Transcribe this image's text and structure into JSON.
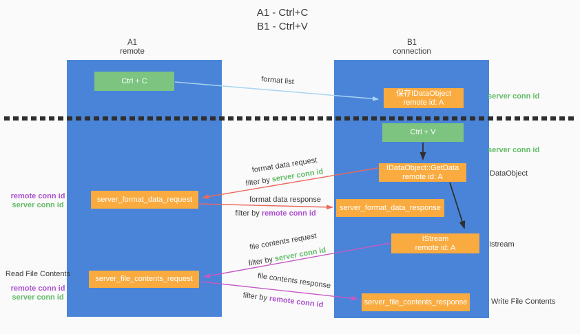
{
  "title": {
    "line1": "A1 - Ctrl+C",
    "line2": "B1 - Ctrl+V"
  },
  "columns": {
    "a1": {
      "id": "A1",
      "role": "remote"
    },
    "b1": {
      "id": "B1",
      "role": "connection"
    }
  },
  "nodes": {
    "ctrl_c": {
      "label": "Ctrl + C"
    },
    "save_idataobject": {
      "line1": "保存IDataObject",
      "line2": "remote id: A"
    },
    "ctrl_v": {
      "label": "Ctrl + V"
    },
    "getdata": {
      "line1": "IDataObject::GetData",
      "line2": "remote id: A"
    },
    "server_format_data_request": {
      "label": "server_format_data_request"
    },
    "server_format_data_response": {
      "label": "server_format_data_response"
    },
    "istream": {
      "line1": "IStream",
      "line2": "remote id: A"
    },
    "server_file_contents_request": {
      "label": "server_file_contents_request"
    },
    "server_file_contents_response": {
      "label": "server_file_contents_response"
    }
  },
  "flows": {
    "format_list": {
      "label": "format list"
    },
    "format_data_request": {
      "label": "format data request",
      "filter_prefix": "filter by ",
      "filter_key": "server conn id"
    },
    "format_data_response": {
      "label": "format data response",
      "filter_prefix": "filter by ",
      "filter_key": "remote conn id"
    },
    "file_contents_request": {
      "label": "file contents request",
      "filter_prefix": "filter by ",
      "filter_key": "server conn id"
    },
    "file_contents_response": {
      "label": "file contents response",
      "filter_prefix": "filter by ",
      "filter_key": "remote conn id"
    }
  },
  "annotations": {
    "right_server_conn_id_1": "server conn id",
    "right_server_conn_id_2": "server conn id",
    "right_dataobject": "DataObject",
    "right_istream": "Istream",
    "right_write_file_contents": "Write File Contents",
    "left_remote_conn_id_1": "remote conn id",
    "left_server_conn_id_1": "server conn id",
    "left_read_file_contents": "Read File Contents",
    "left_remote_conn_id_2": "remote conn id",
    "left_server_conn_id_2": "server conn id"
  },
  "colors": {
    "column_blue": "#4a84d8",
    "node_green": "#7cc47f",
    "node_orange": "#f9ab40",
    "arrow_red": "#ea6a5e",
    "arrow_magenta": "#c55ac5",
    "arrow_lightblue": "#a8d4f2",
    "arrow_black": "#2f2f2f",
    "text_green": "#64bc68",
    "text_purple": "#ab50ce",
    "text_dark": "#3b3b3b",
    "background": "#fafafa"
  }
}
